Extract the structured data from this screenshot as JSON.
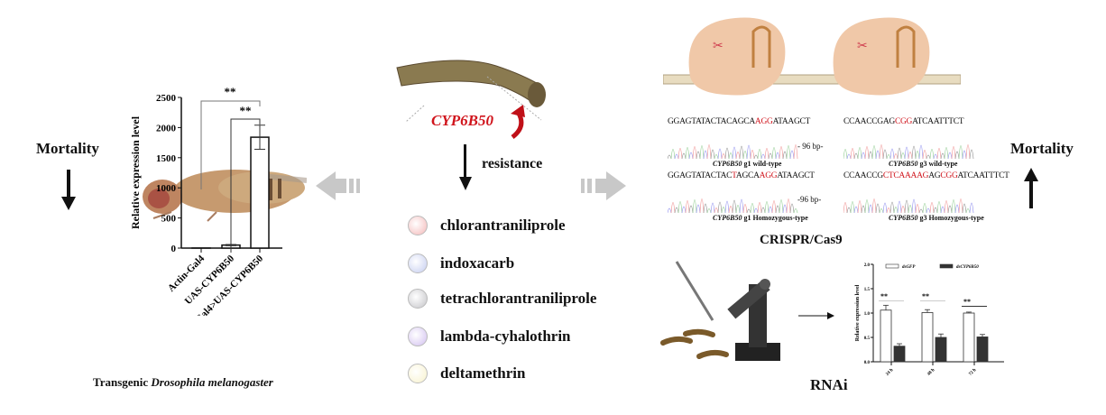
{
  "left_panel": {
    "mortality_label": "Mortality",
    "mortality_direction": "down",
    "caption_prefix": "Transgenic ",
    "caption_species": "Drosophila melanogaster"
  },
  "center_panel": {
    "gene": "CYP6B50",
    "resistance_label": "resistance",
    "insecticides": [
      {
        "name": "chlorantraniliprole",
        "color": "#f4b8b8"
      },
      {
        "name": "indoxacarb",
        "color": "#c5cdf0"
      },
      {
        "name": "tetrachlorantraniliprole",
        "color": "#c4c4c8"
      },
      {
        "name": "lambda-cyhalothrin",
        "color": "#d2c0f0"
      },
      {
        "name": "deltamethrin",
        "color": "#f8f2cc"
      }
    ]
  },
  "crispr_panel": {
    "title": "CRISPR/Cas9",
    "sequences": [
      {
        "pre": "GGAGTATACTACAGCA",
        "mid": "",
        "mid2": "",
        "pam": "AGG",
        "post": "ATAAGCT",
        "gene": "CYP6B50",
        "label": " g1 wild-type"
      },
      {
        "pre": "CCAACCGAG",
        "mid": "",
        "mid2": "",
        "pam": "CGG",
        "post": "ATCAATTTCT",
        "gene": "CYP6B50",
        "label": " g3 wild-type"
      },
      {
        "pre": "GGAGTATACTAC",
        "mid": "T",
        "mid2": "AGCA",
        "pam": "AGG",
        "post": "ATAAGCT",
        "gene": "CYP6B50",
        "label": " g1 Homozygous-type"
      },
      {
        "pre": "CCAACCG",
        "mid": "CTCAAAAG",
        "mid2": "AG",
        "pam": "CGG",
        "post": "ATCAATTTCT",
        "gene": "CYP6B50",
        "label": " g3 Homozygous-type"
      }
    ],
    "deletion_labels": [
      "- 96 bp-",
      "-96 bp-"
    ]
  },
  "rnai_panel": {
    "title": "RNAi",
    "mortality_label": "Mortality",
    "mortality_direction": "up"
  },
  "chart_data": [
    {
      "type": "bar",
      "title": "",
      "ylabel": "Relative expression level",
      "categories": [
        "Actin-Gal4",
        "UAS-CYP6B50",
        "Gal4>UAS-CYP6B50"
      ],
      "values": [
        1,
        50,
        1840
      ],
      "errors": [
        0,
        10,
        200
      ],
      "ylim": [
        0,
        2500
      ],
      "yticks": [
        "0",
        "500",
        "1000",
        "1500",
        "2000",
        "2500"
      ],
      "significance": [
        "**",
        "**"
      ]
    },
    {
      "type": "bar",
      "ylabel": "Relative expression level",
      "categories": [
        "24 h",
        "48 h",
        "72 h"
      ],
      "series": [
        {
          "name": "dsGFP",
          "values": [
            1.06,
            1.01,
            1.0
          ],
          "errors": [
            0.1,
            0.06,
            0.02
          ]
        },
        {
          "name": "dsCYP6B50",
          "values": [
            0.32,
            0.5,
            0.51
          ],
          "errors": [
            0.05,
            0.07,
            0.05
          ]
        }
      ],
      "ylim": [
        0,
        2.0
      ],
      "yticks": [
        "0.0",
        "0.5",
        "1.0",
        "1.5",
        "2.0"
      ],
      "significance": [
        "**",
        "**",
        "**"
      ],
      "legend": "top"
    }
  ]
}
